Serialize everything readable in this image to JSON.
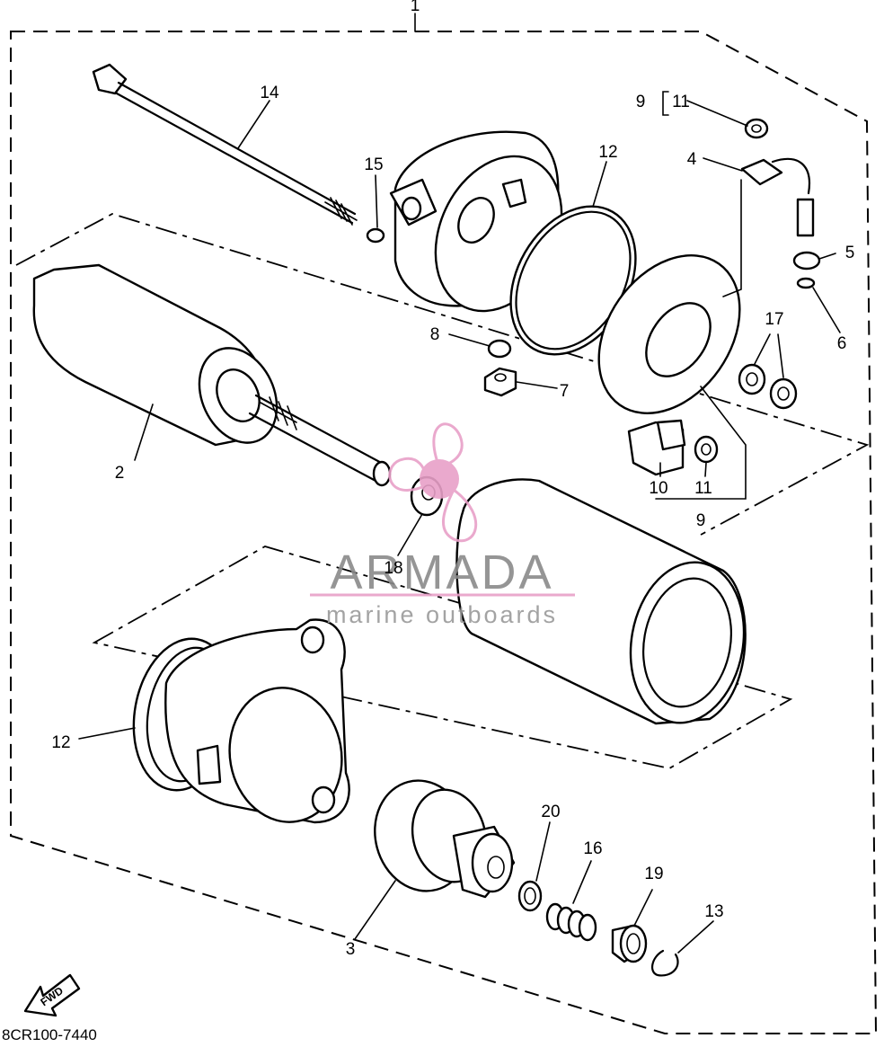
{
  "diagram": {
    "callouts": [
      {
        "id": "c1",
        "text": "1"
      },
      {
        "id": "c2",
        "text": "2"
      },
      {
        "id": "c3",
        "text": "3"
      },
      {
        "id": "c4",
        "text": "4"
      },
      {
        "id": "c5",
        "text": "5"
      },
      {
        "id": "c6",
        "text": "6"
      },
      {
        "id": "c7",
        "text": "7"
      },
      {
        "id": "c8",
        "text": "8"
      },
      {
        "id": "c9a",
        "text": "9"
      },
      {
        "id": "c9b",
        "text": "9"
      },
      {
        "id": "c10",
        "text": "10"
      },
      {
        "id": "c11a",
        "text": "11"
      },
      {
        "id": "c11b",
        "text": "11"
      },
      {
        "id": "c12a",
        "text": "12"
      },
      {
        "id": "c12b",
        "text": "12"
      },
      {
        "id": "c13",
        "text": "13"
      },
      {
        "id": "c14",
        "text": "14"
      },
      {
        "id": "c15",
        "text": "15"
      },
      {
        "id": "c16",
        "text": "16"
      },
      {
        "id": "c17",
        "text": "17"
      },
      {
        "id": "c18",
        "text": "18"
      },
      {
        "id": "c19",
        "text": "19"
      },
      {
        "id": "c20",
        "text": "20"
      }
    ],
    "diagram_code": "8CR100-7440",
    "fwd_label": "FWD"
  },
  "watermark": {
    "brand": "ARMADA",
    "tagline": "marine outboards",
    "color": "#e8a0c8"
  }
}
